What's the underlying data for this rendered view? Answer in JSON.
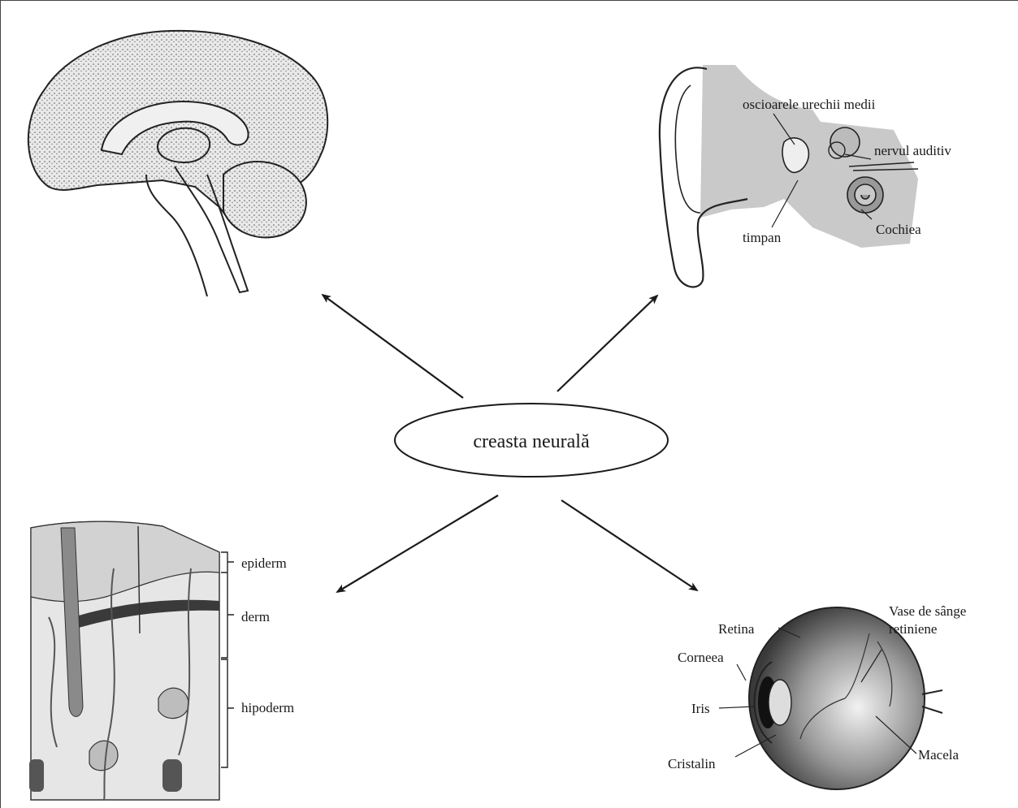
{
  "center": {
    "label": "creasta neurală"
  },
  "ear": {
    "labels": {
      "ossicles": "oscioarele urechii medii",
      "auditory_nerve": "nervul auditiv",
      "eardrum": "timpan",
      "cochlea": "Cochiea"
    }
  },
  "skin": {
    "labels": {
      "epidermis": "epiderm",
      "dermis": "derm",
      "hypodermis": "hipoderm"
    }
  },
  "eye": {
    "labels": {
      "vessels_line1": "Vase de sânge",
      "vessels_line2": "retiniene",
      "retina": "Retina",
      "cornea": "Corneea",
      "iris": "Iris",
      "lens": "Cristalin",
      "macula": "Macela"
    }
  }
}
